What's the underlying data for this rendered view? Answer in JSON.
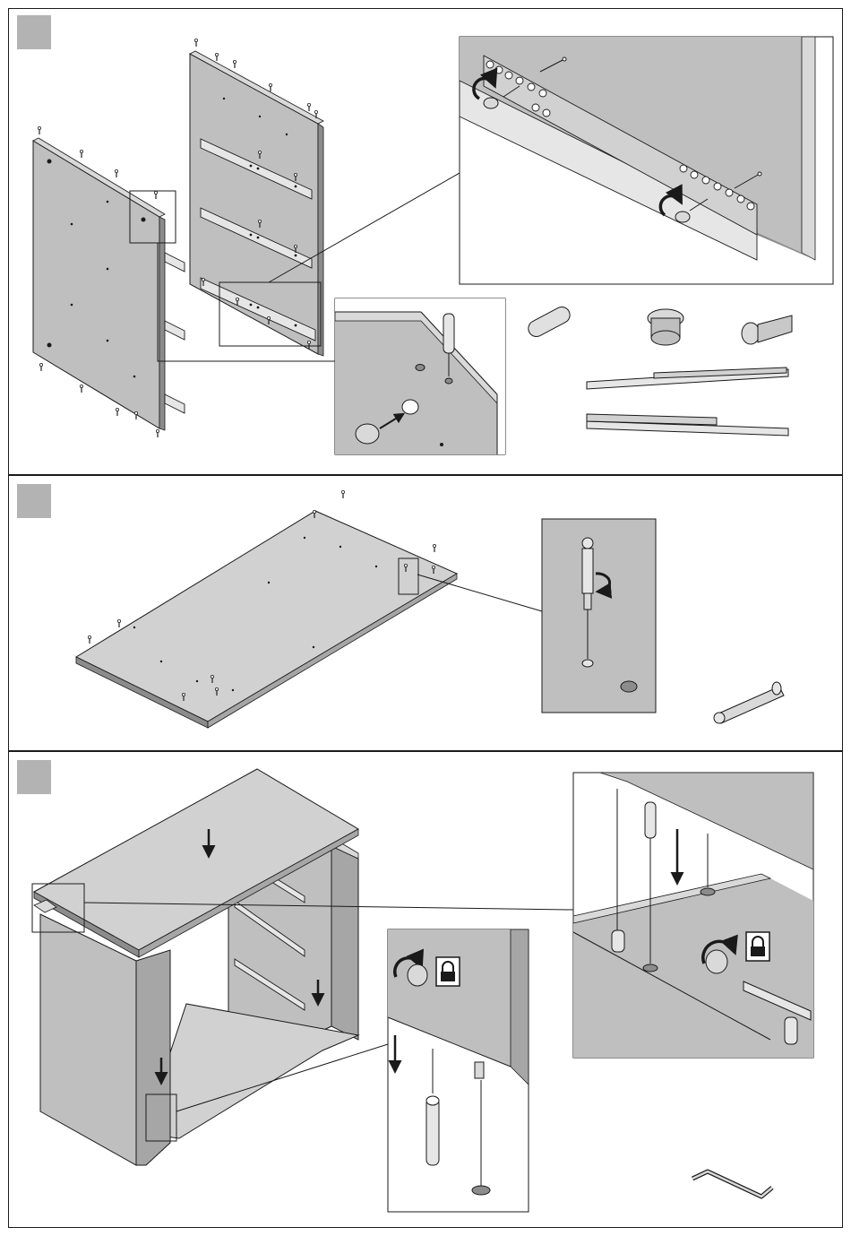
{
  "document": {
    "kind": "furniture assembly instructions",
    "step_count": 3,
    "text_visible": false
  },
  "colors": {
    "panel_fill": "#bfbfbf",
    "panel_light": "#d9d9d9",
    "panel_dark": "#8c8c8c",
    "step_marker": "#b3b3b3",
    "ink": "#1a1a1a",
    "background": "#ffffff"
  },
  "steps": [
    {
      "id": "step-1",
      "content": [
        "two-side-panels",
        "drawer-runners",
        "cam-bolt-detail",
        "runner-screw-detail"
      ],
      "parts": [
        "dowel-icon",
        "cam-lock-icon",
        "screw-icon",
        "drawer-runner-pair-icon"
      ]
    },
    {
      "id": "step-2",
      "content": [
        "base-panel-with-cam-bolts",
        "cam-bolt-screw-detail"
      ],
      "parts": [
        "cam-bolt-icon"
      ]
    },
    {
      "id": "step-3",
      "content": [
        "carcass-assembly",
        "top-joint-detail",
        "side-joint-detail"
      ],
      "parts": [
        "allen-key-icon"
      ]
    }
  ]
}
